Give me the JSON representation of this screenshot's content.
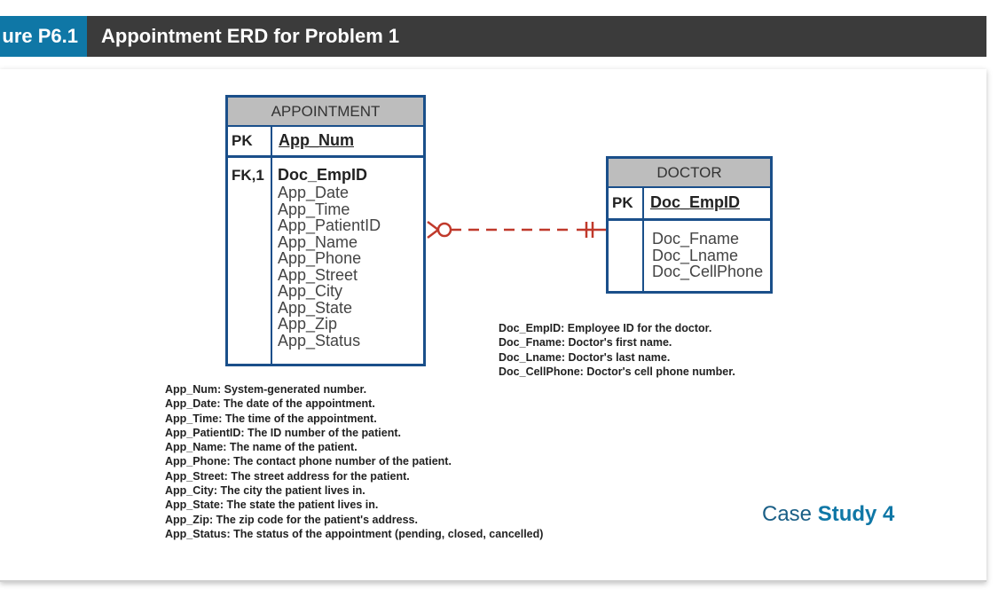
{
  "figure": {
    "number": "ure P6.1",
    "title": "Appointment ERD for Problem 1"
  },
  "appointment": {
    "name": "APPOINTMENT",
    "pk_tag": "PK",
    "pk": "App_Num",
    "fk_tag": "FK,1",
    "fk": "Doc_EmpID",
    "attributes": [
      "App_Date",
      "App_Time",
      "App_PatientID",
      "App_Name",
      "App_Phone",
      "App_Street",
      "App_City",
      "App_State",
      "App_Zip",
      "App_Status"
    ]
  },
  "doctor": {
    "name": "DOCTOR",
    "pk_tag": "PK",
    "pk": "Doc_EmpID",
    "attributes": [
      "Doc_Fname",
      "Doc_Lname",
      "Doc_CellPhone"
    ]
  },
  "doctor_descriptions": [
    "Doc_EmpID: Employee ID for the doctor.",
    "Doc_Fname: Doctor's first name.",
    "Doc_Lname: Doctor's last name.",
    "Doc_CellPhone: Doctor's cell phone number."
  ],
  "appointment_descriptions": [
    "App_Num: System-generated number.",
    "App_Date: The date of the appointment.",
    "App_Time: The time of the appointment.",
    "App_PatientID: The ID number of the patient.",
    "App_Name: The name of the patient.",
    "App_Phone: The contact phone number of the patient.",
    "App_Street: The street address for the patient.",
    "App_City: The city the patient lives in.",
    "App_State: The state the patient lives in.",
    "App_Zip: The zip code for the patient's address.",
    "App_Status: The status of the appointment (pending, closed, cancelled)"
  ],
  "case_study": {
    "prefix": "Case",
    "label": "Study 4"
  },
  "colors": {
    "entity_border": "#1a4f8a",
    "entity_header": "#bdbdbd",
    "relationship_line": "#c0392b",
    "figure_number_bg": "#0f77a6",
    "figure_bar_bg": "#3b3b3b"
  }
}
